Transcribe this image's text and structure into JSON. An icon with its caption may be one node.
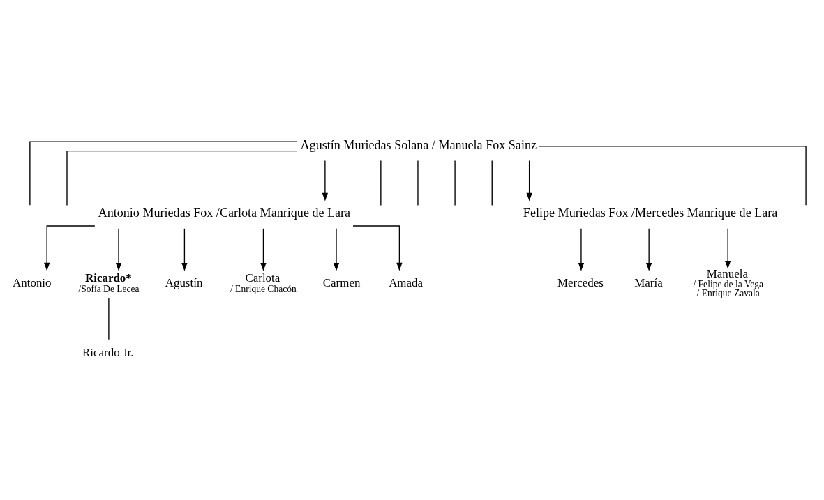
{
  "diagram": {
    "nodes": [
      {
        "text": [
          "Agustín Muriedas Solana / Manuela Fox Sainz"
        ]
      },
      {
        "text": [
          "Antonio Muriedas Fox /Carlota Manrique de Lara"
        ]
      },
      {
        "text": [
          "Felipe Muriedas Fox /Mercedes Manrique de Lara"
        ]
      },
      {
        "text": [
          "Antonio"
        ]
      },
      {
        "text": [
          "Ricardo*",
          "/Sofía De Lecea"
        ]
      },
      {
        "text": [
          "Agustín"
        ]
      },
      {
        "text": [
          "Carlota",
          "/ Enrique Chacón"
        ]
      },
      {
        "text": [
          "Carmen"
        ]
      },
      {
        "text": [
          "Amada"
        ]
      },
      {
        "text": [
          "Ricardo Jr."
        ]
      },
      {
        "text": [
          "Mercedes"
        ]
      },
      {
        "text": [
          "María"
        ]
      },
      {
        "text": [
          "Manuela",
          "/ Felipe de la Vega",
          "/ Enrique Zavala"
        ]
      }
    ],
    "edges": [
      {
        "from": 0,
        "to": null,
        "arrow": "none"
      },
      {
        "from": 0,
        "to": null,
        "arrow": "none"
      },
      {
        "from": 0,
        "to": 1,
        "arrow": "to"
      },
      {
        "from": 0,
        "to": null,
        "arrow": "none"
      },
      {
        "from": 0,
        "to": null,
        "arrow": "none"
      },
      {
        "from": 0,
        "to": null,
        "arrow": "none"
      },
      {
        "from": 0,
        "to": null,
        "arrow": "none"
      },
      {
        "from": 0,
        "to": 2,
        "arrow": "to"
      },
      {
        "from": 0,
        "to": null,
        "arrow": "none"
      },
      {
        "from": 1,
        "to": 3,
        "arrow": "to"
      },
      {
        "from": 1,
        "to": 4,
        "arrow": "to"
      },
      {
        "from": 1,
        "to": 5,
        "arrow": "to"
      },
      {
        "from": 1,
        "to": 6,
        "arrow": "to"
      },
      {
        "from": 1,
        "to": 7,
        "arrow": "to"
      },
      {
        "from": 1,
        "to": 8,
        "arrow": "to"
      },
      {
        "from": 4,
        "to": 9,
        "arrow": "none"
      },
      {
        "from": 2,
        "to": 10,
        "arrow": "to"
      },
      {
        "from": 2,
        "to": 11,
        "arrow": "to"
      },
      {
        "from": 2,
        "to": 12,
        "arrow": "to"
      }
    ]
  }
}
